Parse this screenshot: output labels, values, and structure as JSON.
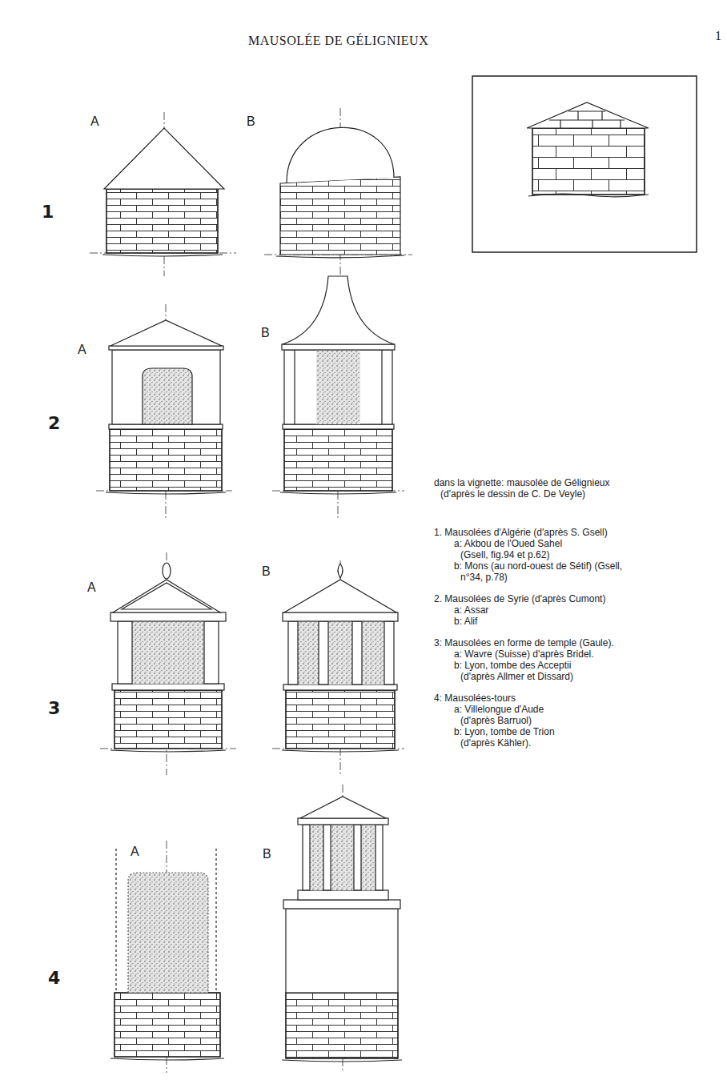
{
  "diagram": {
    "title": "MAUSOLÉE DE GÉLIGNIEUX",
    "labels": [
      "1",
      "A",
      "B",
      "1",
      "A",
      "B",
      "2",
      "A",
      "B",
      "3",
      "A",
      "B",
      "4",
      "dans la vignette: mausolée de Gélignieux (d'après le dessin de C. De Veyle)",
      "1. Mausolées d'Algérie (d'après S. Gsell)",
      "a: Akbou de l'Oued Sahel (Gsell, fig.94 et p.62)",
      "b: Mons (au nord-ouest de Sétif) (Gsell, n°34, p.78)",
      "2. Mausolées de Syrie (d'après Cumont)",
      "a: Assar",
      "b: Alif",
      "3: Mausolées en forme de temple (Gaule).",
      "a: Wavre (Suisse) d'après Bridel.",
      "b: Lyon, tombe des Acceptii (d'après Allmer et Dissard)",
      "4: Mausolées-tours",
      "a: Villelongue d'Aude (d'après Barruol)",
      "b: Lyon, tombe de Trion (d'après Kähler)."
    ]
  }
}
